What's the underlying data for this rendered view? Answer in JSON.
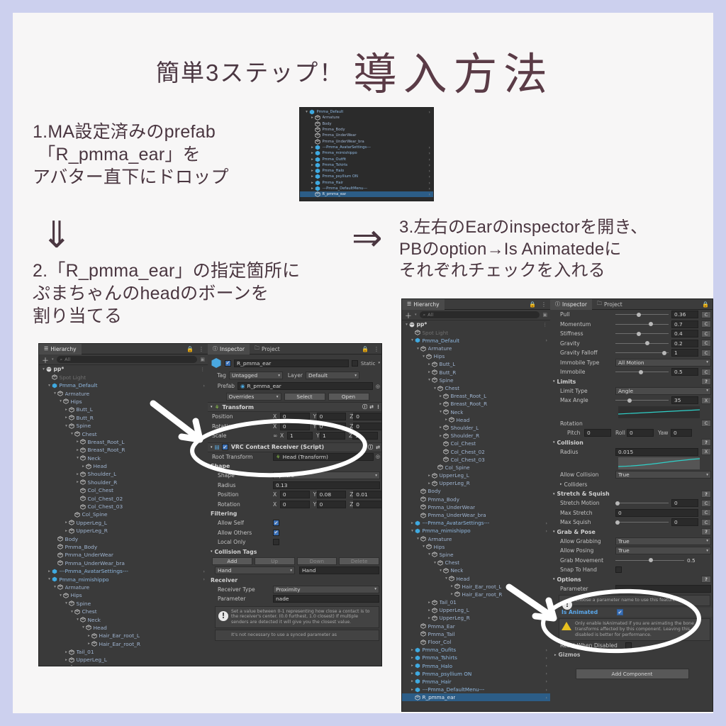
{
  "palette": {
    "border": "#ccd0ee",
    "page_bg": "#f7f6f6",
    "ink": "#4a3640",
    "title": "#5a3b46",
    "unity_bg": "#383838",
    "unity_select": "#2c5d87",
    "unity_blue_text": "#9fb4d0",
    "accent_check": "#3a6fb5"
  },
  "header": {
    "subtitle": "簡単3ステップ！",
    "title": "導入方法"
  },
  "steps": {
    "step1": "1.MA設定済みのprefab\n 「R_pmma_ear」を\nアバター直下にドロップ",
    "arrow_down": "⇓",
    "arrow_right": "⇒",
    "step2": "2.「R_pmma_ear」の指定箇所に\nぷまちゃんのheadのボーンを\n割り当てる",
    "step3": "3.左右のEarのinspectorを開き、\nPBのoption→Is Animatedeに\nそれぞれチェックを入れる"
  },
  "hierarchy_mini": {
    "rows": [
      {
        "label": "Pmma_Default",
        "depth": 0,
        "tw": "▾",
        "prefab": true,
        "chev": "›"
      },
      {
        "label": "Armature",
        "depth": 1,
        "tw": "▸"
      },
      {
        "label": "Body",
        "depth": 1,
        "tw": ""
      },
      {
        "label": "Pmma_Body",
        "depth": 1,
        "tw": ""
      },
      {
        "label": "Pmma_UnderWear",
        "depth": 1,
        "tw": ""
      },
      {
        "label": "Pmma_UnderWear_bra",
        "depth": 1,
        "tw": ""
      },
      {
        "label": "---Pmma_AvatarSettings---",
        "depth": 1,
        "tw": "▸",
        "prefab": true,
        "chev": "›"
      },
      {
        "label": "Pmma_mimishippo",
        "depth": 1,
        "tw": "▸",
        "prefab": true,
        "chev": "›"
      },
      {
        "label": "Pmma_Outfit",
        "depth": 1,
        "tw": "▸",
        "prefab": true,
        "chev": "›"
      },
      {
        "label": "Pmma_Tshirts",
        "depth": 1,
        "tw": "▸",
        "prefab": true,
        "chev": "›"
      },
      {
        "label": "Pmma_Halo",
        "depth": 1,
        "tw": "▸",
        "prefab": true,
        "chev": "›"
      },
      {
        "label": "Pmma_psyllium ON",
        "depth": 1,
        "tw": "▸",
        "prefab": true,
        "chev": "›"
      },
      {
        "label": "Pmma_Hair",
        "depth": 1,
        "tw": "▸",
        "prefab": true,
        "chev": "›"
      },
      {
        "label": "---Pmma_DefaultMenu---",
        "depth": 1,
        "tw": "▸",
        "prefab": true,
        "chev": "›"
      },
      {
        "label": "R_pmma_ear",
        "depth": 1,
        "tw": "",
        "selected": true,
        "chev": "›"
      }
    ]
  },
  "hierarchy_panel": {
    "tab_label": "Hierarchy",
    "search_placeholder": "All",
    "plus_label": "+",
    "scene_root": "pp*",
    "rows": [
      {
        "label": "Spot Light",
        "depth": 1,
        "tw": "",
        "dim": true
      },
      {
        "label": "Pmma_Default",
        "depth": 1,
        "tw": "▾",
        "prefab": true,
        "chev": "›"
      },
      {
        "label": "Armature",
        "depth": 2,
        "tw": "▾"
      },
      {
        "label": "Hips",
        "depth": 3,
        "tw": "▾"
      },
      {
        "label": "Butt_L",
        "depth": 4,
        "tw": "▸"
      },
      {
        "label": "Butt_R",
        "depth": 4,
        "tw": "▸"
      },
      {
        "label": "Spine",
        "depth": 4,
        "tw": "▾"
      },
      {
        "label": "Chest",
        "depth": 5,
        "tw": "▾"
      },
      {
        "label": "Breast_Root_L",
        "depth": 6,
        "tw": "▸"
      },
      {
        "label": "Breast_Root_R",
        "depth": 6,
        "tw": "▸"
      },
      {
        "label": "Neck",
        "depth": 6,
        "tw": "▾"
      },
      {
        "label": "Head",
        "depth": 7,
        "tw": "▸"
      },
      {
        "label": "Shoulder_L",
        "depth": 6,
        "tw": "▸"
      },
      {
        "label": "Shoulder_R",
        "depth": 6,
        "tw": "▸"
      },
      {
        "label": "Col_Chest",
        "depth": 6,
        "tw": ""
      },
      {
        "label": "Col_Chest_02",
        "depth": 6,
        "tw": ""
      },
      {
        "label": "Col_Chest_03",
        "depth": 6,
        "tw": ""
      },
      {
        "label": "Col_Spine",
        "depth": 5,
        "tw": ""
      },
      {
        "label": "UpperLeg_L",
        "depth": 4,
        "tw": "▸"
      },
      {
        "label": "UpperLeg_R",
        "depth": 4,
        "tw": "▸"
      },
      {
        "label": "Body",
        "depth": 2,
        "tw": ""
      },
      {
        "label": "Pmma_Body",
        "depth": 2,
        "tw": ""
      },
      {
        "label": "Pmma_UnderWear",
        "depth": 2,
        "tw": ""
      },
      {
        "label": "Pmma_UnderWear_bra",
        "depth": 2,
        "tw": ""
      },
      {
        "label": "---Pmma_AvatarSettings---",
        "depth": 1,
        "tw": "▸",
        "prefab": true,
        "chev": "›"
      },
      {
        "label": "Pmma_mimishippo",
        "depth": 1,
        "tw": "▾",
        "prefab": true,
        "chev": "›"
      },
      {
        "label": "Armature",
        "depth": 2,
        "tw": "▾"
      },
      {
        "label": "Hips",
        "depth": 3,
        "tw": "▾"
      },
      {
        "label": "Spine",
        "depth": 4,
        "tw": "▾"
      },
      {
        "label": "Chest",
        "depth": 5,
        "tw": "▾"
      },
      {
        "label": "Neck",
        "depth": 6,
        "tw": "▾"
      },
      {
        "label": "Head",
        "depth": 7,
        "tw": "▾"
      },
      {
        "label": "Hair_Ear_root_L",
        "depth": 8,
        "tw": "▸"
      },
      {
        "label": "Hair_Ear_root_R",
        "depth": 8,
        "tw": "▸"
      },
      {
        "label": "Tail_01",
        "depth": 4,
        "tw": "▸"
      },
      {
        "label": "UpperLeg_L",
        "depth": 4,
        "tw": "▸"
      },
      {
        "label": "UpperLeg_R",
        "depth": 4,
        "tw": "▸"
      }
    ]
  },
  "hierarchy_right_extra": {
    "rows": [
      {
        "label": "Pmma_Ear",
        "depth": 2,
        "tw": ""
      },
      {
        "label": "Pmma_Tail",
        "depth": 2,
        "tw": ""
      },
      {
        "label": "Floor_Col",
        "depth": 2,
        "tw": ""
      },
      {
        "label": "Pmma_Oufits",
        "depth": 1,
        "tw": "▸",
        "prefab": true,
        "chev": "›"
      },
      {
        "label": "Pmma_Tshirts",
        "depth": 1,
        "tw": "▸",
        "prefab": true,
        "chev": "›"
      },
      {
        "label": "Pmma_Halo",
        "depth": 1,
        "tw": "▸",
        "prefab": true,
        "chev": "›"
      },
      {
        "label": "Pmma_psyllium ON",
        "depth": 1,
        "tw": "▸",
        "prefab": true,
        "chev": "›"
      },
      {
        "label": "Pmma_Hair",
        "depth": 1,
        "tw": "▸",
        "prefab": true,
        "chev": "›"
      },
      {
        "label": "---Pmma_DefaultMenu---",
        "depth": 1,
        "tw": "▸",
        "prefab": true,
        "chev": "›"
      },
      {
        "label": "R_pmma_ear",
        "depth": 1,
        "tw": "",
        "selected": true,
        "chev": "›"
      }
    ]
  },
  "inspector_left": {
    "tab_inspector": "Inspector",
    "tab_project": "Project",
    "object_name": "R_pmma_ear",
    "static_label": "Static",
    "tag_label": "Tag",
    "tag_value": "Untagged",
    "layer_label": "Layer",
    "layer_value": "Default",
    "prefab_label": "Prefab",
    "prefab_value": "R_pmma_ear",
    "overrides_label": "Overrides",
    "select_label": "Select",
    "open_label": "Open",
    "transform_header": "Transform",
    "position_label": "Position",
    "rotation_label": "Rotation",
    "scale_label": "Scale",
    "pos": {
      "x": "0",
      "y": "0",
      "z": "0"
    },
    "rot": {
      "x": "0",
      "y": "0",
      "z": "0"
    },
    "scl": {
      "x": "1",
      "y": "1",
      "z": "1"
    },
    "component_header": "VRC Contact Receiver (Script)",
    "root_transform_label": "Root Transform",
    "root_transform_value": "Head (Transform)",
    "shape_section": "Shape",
    "shape_label": "Shape",
    "shape_value": "Sphere",
    "radius_label": "Radius",
    "radius_value": "0.13",
    "shape_pos_label": "Position",
    "shape_pos": {
      "x": "0",
      "y": "0.08",
      "z": "0.01"
    },
    "shape_rot_label": "Rotation",
    "shape_rot": {
      "x": "0",
      "y": "0",
      "z": "0"
    },
    "filtering_section": "Filtering",
    "allow_self_label": "Allow Self",
    "allow_self": true,
    "allow_others_label": "Allow Others",
    "allow_others": true,
    "local_only_label": "Local Only",
    "local_only": false,
    "collision_tags_section": "Collision Tags",
    "add_label": "Add",
    "up_label": "Up",
    "down_label": "Down",
    "delete_label": "Delete",
    "tag_dropdown": "Hand",
    "tag_field": "Hand",
    "receiver_section": "Receiver",
    "receiver_type_label": "Receiver Type",
    "receiver_type_value": "Proximity",
    "parameter_label": "Parameter",
    "parameter_value": "nade",
    "help_text": "Set a value between 0-1 representing how close a contact is to the receiver's center. (0.0 furthest, 1.0 closest)  If multiple senders are detected it will give you the closest value.",
    "help_text2": "It's not necessary to use a synced parameter as"
  },
  "inspector_right": {
    "tab_inspector": "Inspector",
    "tab_project": "Project",
    "rows": [
      {
        "label": "Pull",
        "value": "0.36",
        "knob": 40,
        "btn": "C"
      },
      {
        "label": "Momentum",
        "value": "0.7",
        "knob": 62,
        "btn": "C"
      },
      {
        "label": "Stiffness",
        "value": "0.4",
        "knob": 40,
        "btn": "C"
      },
      {
        "label": "Gravity",
        "value": "0.2",
        "knob": 56,
        "btn": "C"
      },
      {
        "label": "Gravity Falloff",
        "value": "1",
        "knob": 88,
        "btn": "C"
      }
    ],
    "immobile_type_label": "Immobile Type",
    "immobile_type_value": "All Motion",
    "immobile_label": "Immobile",
    "immobile_value": "0.5",
    "limits_section": "Limits",
    "limit_type_label": "Limit Type",
    "limit_type_value": "Angle",
    "max_angle_label": "Max Angle",
    "max_angle_value": "35",
    "max_angle_btn": "X",
    "rotation_label": "Rotation",
    "rotation_btn": "C",
    "pitch_label": "Pitch",
    "pitch_value": "0",
    "roll_label": "Roll",
    "roll_value": "0",
    "yaw_label": "Yaw",
    "yaw_value": "0",
    "collision_section": "Collision",
    "radius_label": "Radius",
    "radius_value": "0.015",
    "radius_btn": "X",
    "allow_collision_label": "Allow Collision",
    "allow_collision_value": "True",
    "colliders_label": "Colliders",
    "stretch_section": "Stretch & Squish",
    "stretch_motion_label": "Stretch Motion",
    "stretch_motion_value": "0",
    "max_stretch_label": "Max Stretch",
    "max_stretch_value": "0",
    "max_squish_label": "Max Squish",
    "max_squish_value": "0",
    "grab_section": "Grab & Pose",
    "allow_grabbing_label": "Allow Grabbing",
    "allow_grabbing_value": "True",
    "allow_posing_label": "Allow Posing",
    "allow_posing_value": "True",
    "grab_movement_label": "Grab Movement",
    "grab_movement_value": "0.5",
    "snap_to_hand_label": "Snap To Hand",
    "options_section": "Options",
    "parameter_label": "Parameter",
    "parameter_help": "Choose a parameter name to use this feature.",
    "is_animated_label": "Is Animated",
    "is_animated_checked": true,
    "animated_warning": "Only enable IsAnimated if you are animating the bone transforms affected by this component. Leaving this disabled is better for performance.",
    "reset_when_disabled_label": "Reset When Disabled",
    "gizmos_section": "Gizmos",
    "add_component_label": "Add Component",
    "help_marker": "?"
  }
}
